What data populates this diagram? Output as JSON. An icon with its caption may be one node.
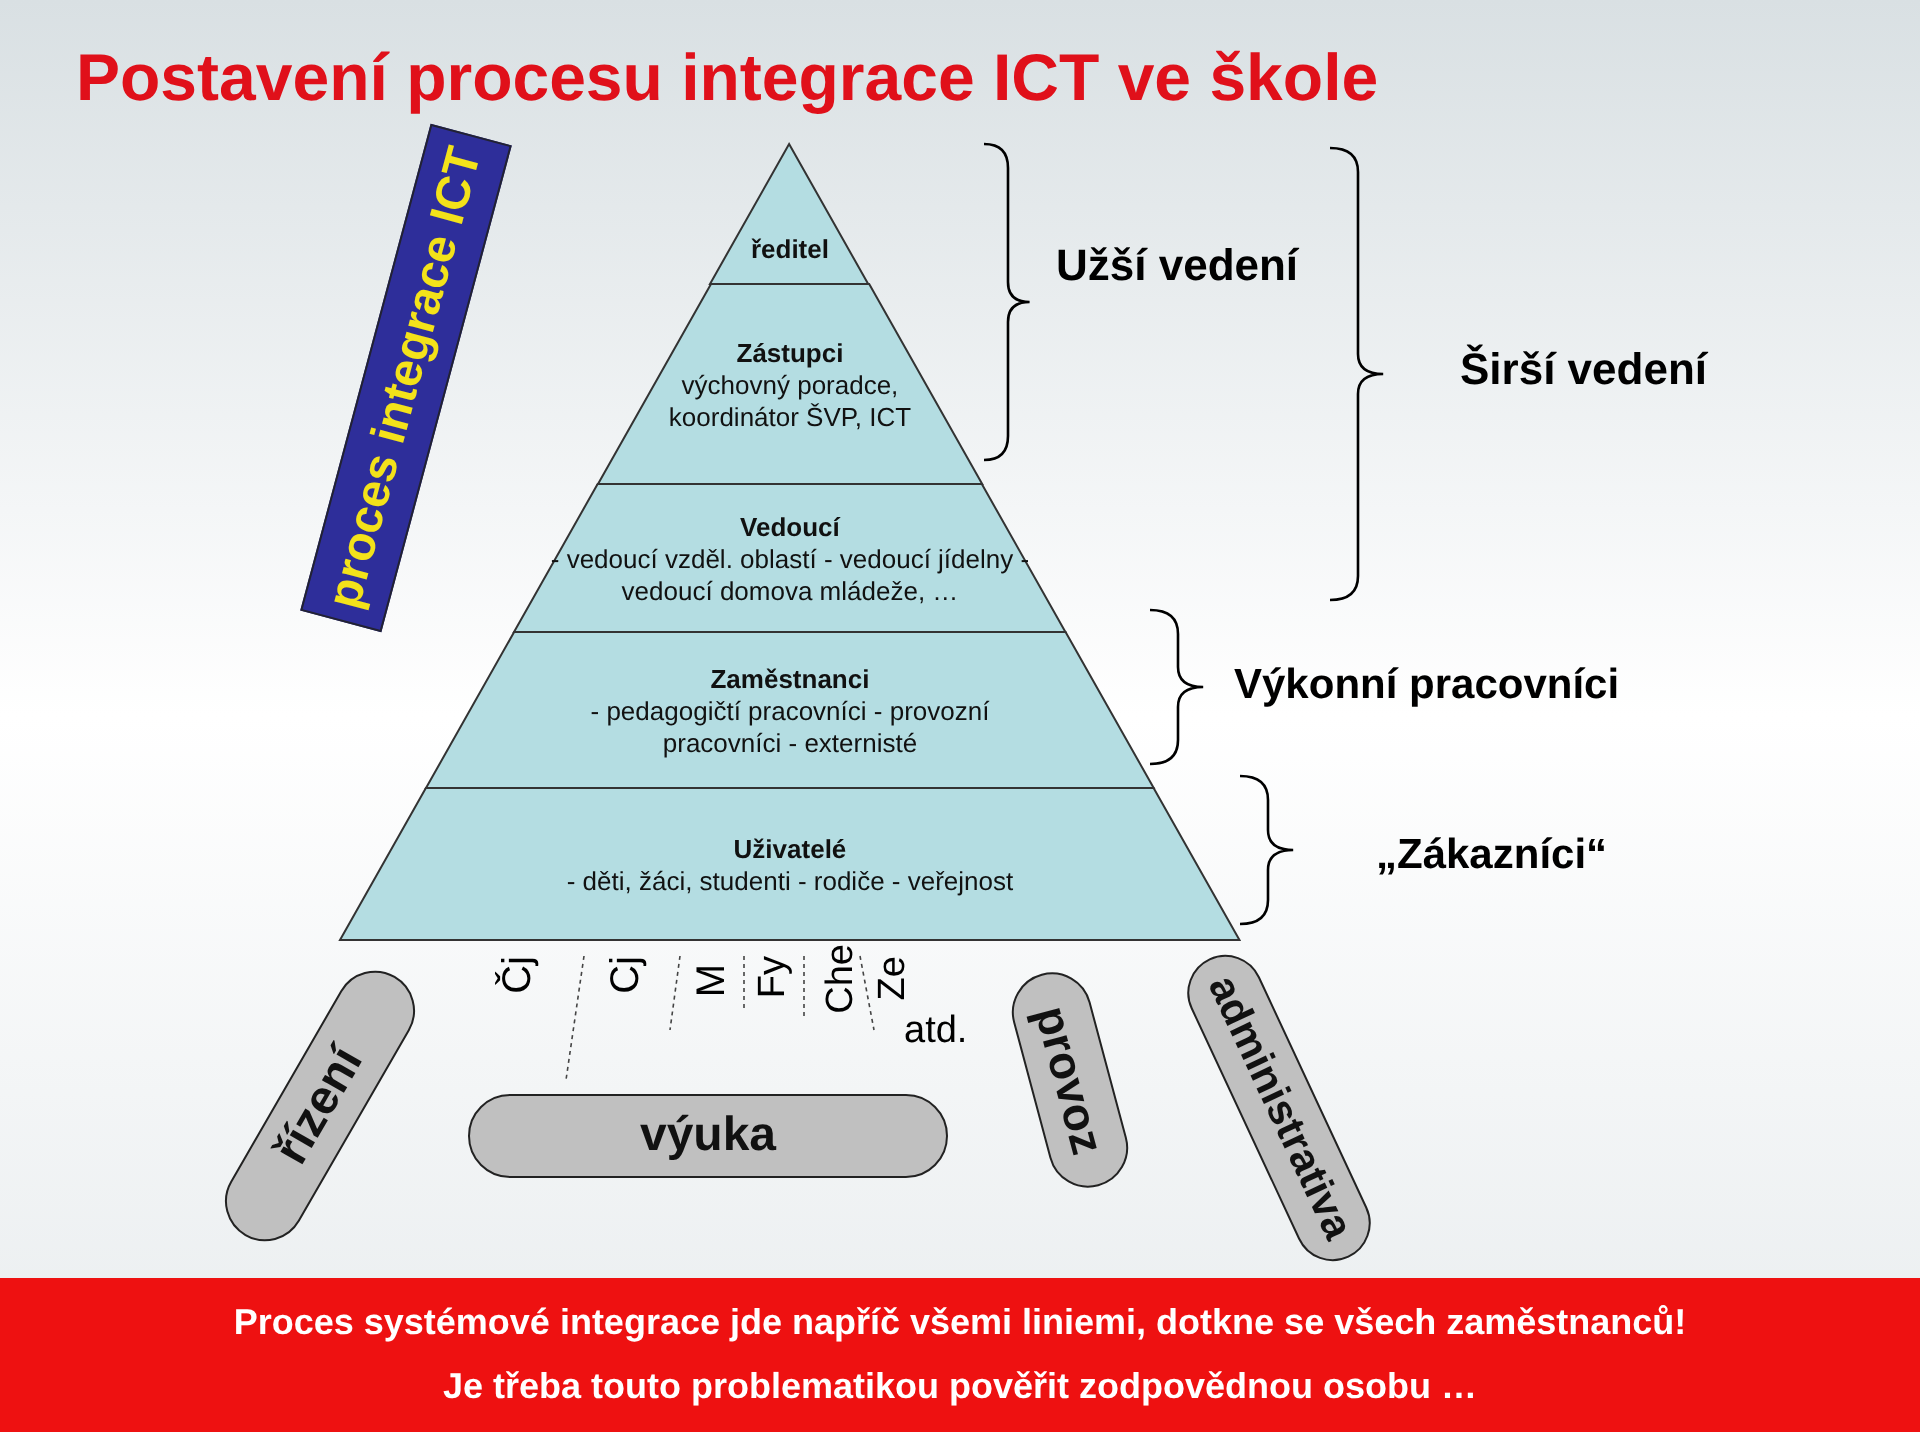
{
  "diagram": {
    "title": "Postavení procesu integrace ICT ve škole",
    "nodes": [
      {
        "text": [
          "ředitel"
        ]
      },
      {
        "text": [
          "Zástupci",
          "výchovný poradce, koordinátor ŠVP, ICT"
        ]
      },
      {
        "text": [
          "Vedoucí",
          "- vedoucí vzděl. oblastí - vedoucí jídelny - vedoucí domova mládeže, …"
        ]
      },
      {
        "text": [
          "Zaměstnanci",
          "- pedagogičtí pracovníci - provozní pracovníci - externisté"
        ]
      },
      {
        "text": [
          "Uživatelé",
          "- děti, žáci, studenti - rodiče - veřejnost"
        ]
      },
      {
        "text": [
          "proces integrace ICT"
        ]
      },
      {
        "text": [
          "řízení"
        ]
      },
      {
        "text": [
          "výuka"
        ]
      },
      {
        "text": [
          "provoz"
        ]
      },
      {
        "text": [
          "administrativa"
        ]
      },
      {
        "text": [
          "Proces systémové integrace jde napříč všemi liniemi, dotkne se všech zaměstnanců!",
          "Je třeba touto problematikou pověřit zodpovědnou osobu …"
        ]
      }
    ],
    "labels": [
      "Užší vedení",
      "Širší vedení",
      "Výkonní pracovníci",
      "„Zákazníci“",
      "Čj",
      "Cj",
      "M",
      "Fy",
      "Che",
      "Ze",
      "atd."
    ]
  }
}
